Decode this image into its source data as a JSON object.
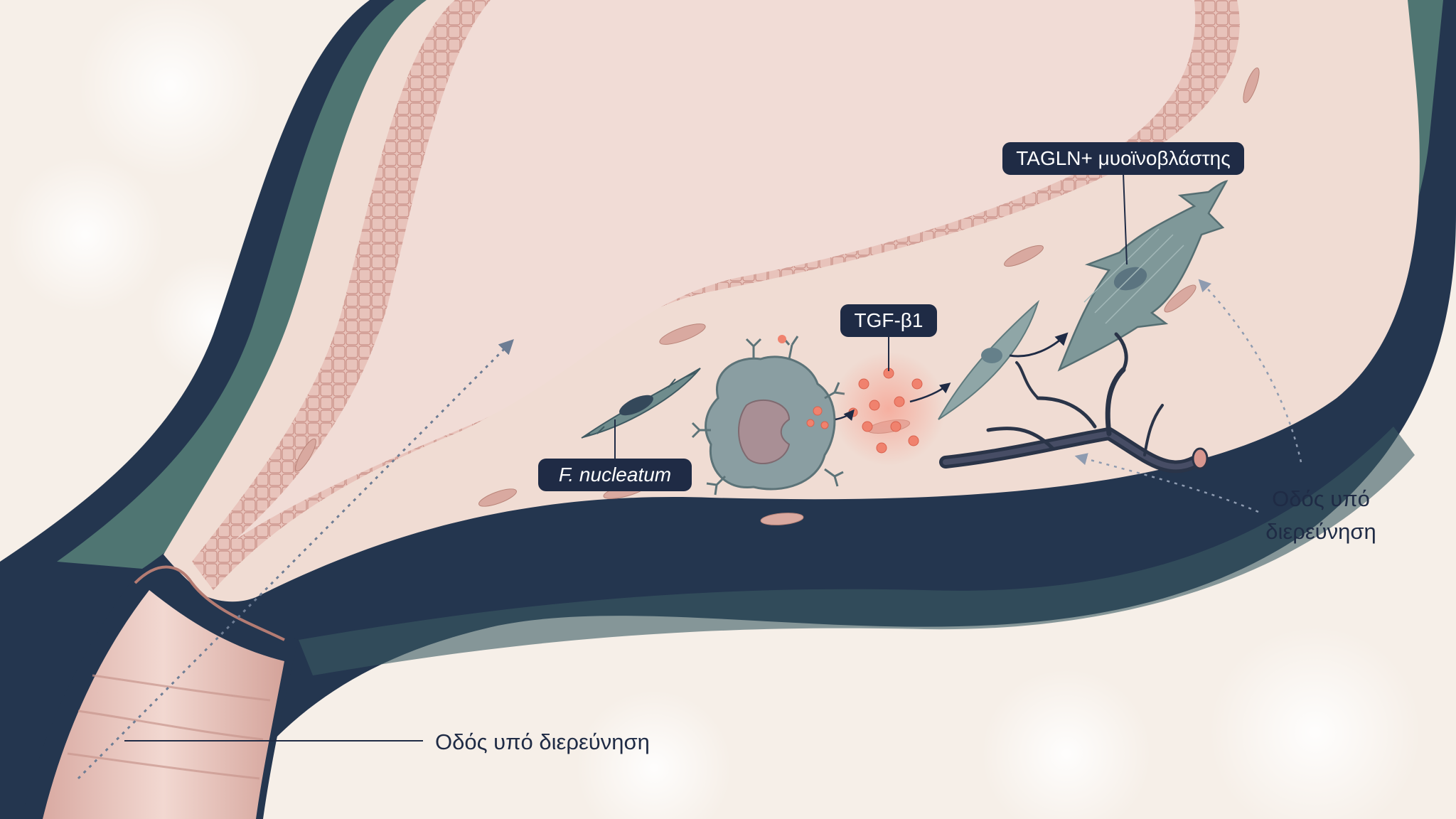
{
  "labels": {
    "myofibroblast": "TAGLN+ μυοϊνοβλάστης",
    "tgf": "TGF-β1",
    "bacterium": "F. nucleatum",
    "pathway_right_line1": "Οδός υπό",
    "pathway_right_line2": "διερεύνηση",
    "pathway_bottom": "Οδός υπό διερεύνηση"
  },
  "colors": {
    "background": "#f6efe8",
    "wall_dark": "#24364f",
    "wall_teal": "#4f7572",
    "mucosa": "#e9c7c0",
    "lumen": "#f1dcd6",
    "pill": "#1f2b45",
    "signal": "#f0826e"
  }
}
